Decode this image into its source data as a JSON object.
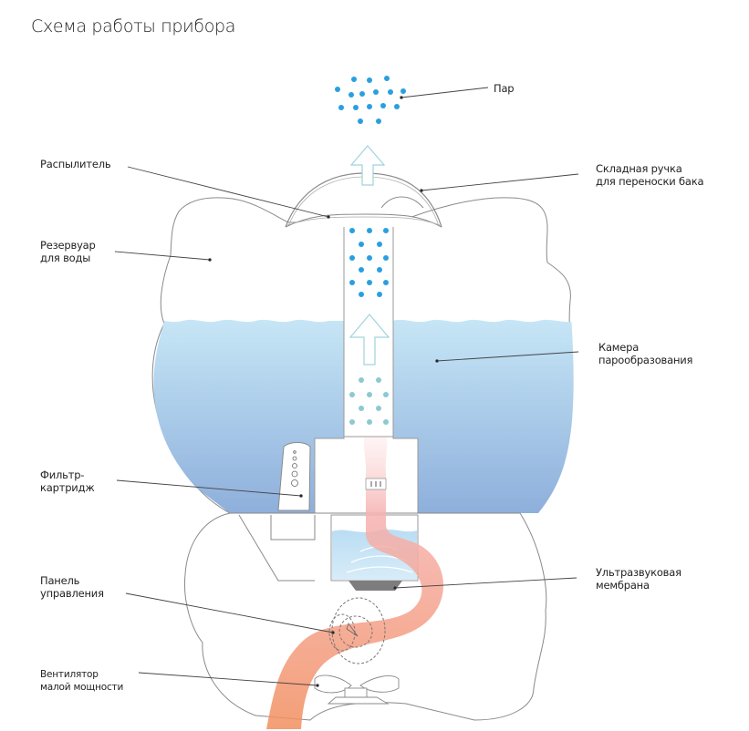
{
  "title": "Схема работы прибора",
  "labels": {
    "steam": "Пар",
    "atomizer": "Распылитель",
    "handle_line1": "Складная ручка",
    "handle_line2": "для переноски бака",
    "reservoir_line1": "Резервуар",
    "reservoir_line2": "для воды",
    "chamber_line1": "Камера",
    "chamber_line2": "парообразования",
    "filter_line1": "Фильтр-",
    "filter_line2": "картридж",
    "membrane_line1": "Ультразвуковая",
    "membrane_line2": "мембрана",
    "panel_line1": "Панель",
    "panel_line2": "управления",
    "fan_line1": "Вентилятор",
    "fan_line2": "малой мощности"
  },
  "colors": {
    "steam_dot": "#2a9fe0",
    "steam_dot_light": "#8cc9d0",
    "water_top": "#c4e4f5",
    "water_bottom": "#8fb1db",
    "airflow": "#f29a78",
    "arrow_outline": "#9fd3dc",
    "membrane": "#7d7d7d",
    "outline": "#8a8a8a"
  }
}
